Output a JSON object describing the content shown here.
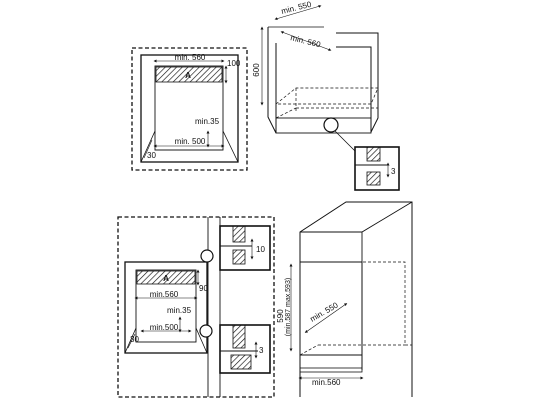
{
  "top_left_panel": {
    "dim_width": "min. 560",
    "dim_height": "100",
    "label_a": "A",
    "dim_gap": "min.35",
    "dim_bottom": "min. 500",
    "dim_depth": "30"
  },
  "top_right_cabinet": {
    "dim_depth": "min. 550",
    "dim_width": "min. 560",
    "dim_height": "600"
  },
  "top_detail": {
    "dim": "3"
  },
  "bottom_left_panel": {
    "label_a": "A",
    "dim_width": "min.560",
    "dim_height": "90",
    "dim_gap": "min.35",
    "dim_bottom": "min.500",
    "dim_depth": "30"
  },
  "bottom_details": {
    "upper_dim": "10",
    "lower_dim": "3"
  },
  "bottom_right_cabinet": {
    "dim_height_outer": "590",
    "dim_height_inner": "(min.587 max.593)",
    "dim_depth": "min. 550",
    "dim_width": "min.560"
  }
}
